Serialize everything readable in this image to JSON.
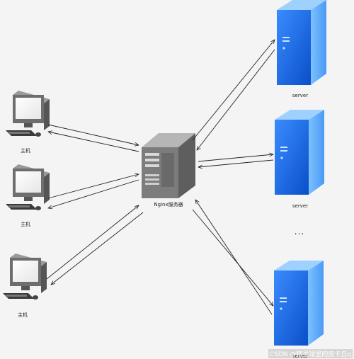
{
  "diagram": {
    "proxy_label": "Nginx服务器",
    "clients": [
      {
        "label": "主机"
      },
      {
        "label": "主机"
      },
      {
        "label": "主机"
      }
    ],
    "servers": [
      {
        "label": "server"
      },
      {
        "label": "server"
      },
      {
        "label": "server"
      }
    ],
    "ellipsis": "...",
    "watermark": "CSDN @精灵球里的皮卡丘q"
  },
  "colors": {
    "background": "#f4f4f4",
    "server_front": "#1f6fe0",
    "server_side": "#5aa7ff",
    "proxy_body": "#8a8a8a",
    "arrow": "#222222"
  }
}
